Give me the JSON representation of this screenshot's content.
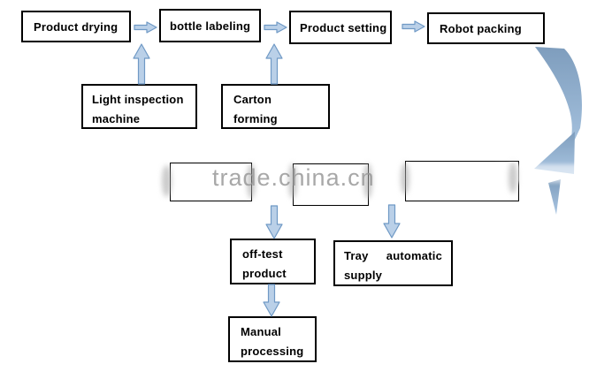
{
  "diagram": {
    "nodes": {
      "product_drying": {
        "label": "Product drying"
      },
      "bottle_labeling": {
        "label": "bottle labeling"
      },
      "product_setting": {
        "label": "Product setting"
      },
      "robot_packing": {
        "label": "Robot packing"
      },
      "light_inspection_machine": {
        "line1": "Light inspection",
        "line2": "machine"
      },
      "carton_forming": {
        "label": "Carton forming"
      },
      "off_test_product": {
        "line1": "off-test",
        "line2": "product"
      },
      "tray_automatic_supply": {
        "word1": "Tray",
        "word2": "automatic",
        "line2": "supply"
      },
      "manual_processing": {
        "line1": "Manual",
        "line2": "processing"
      }
    },
    "edges": [
      {
        "from": "product_drying",
        "to": "bottle_labeling",
        "type": "right-arrow"
      },
      {
        "from": "bottle_labeling",
        "to": "product_setting",
        "type": "right-arrow"
      },
      {
        "from": "product_setting",
        "to": "robot_packing",
        "type": "right-arrow"
      },
      {
        "from": "light_inspection_machine",
        "to": "product_drying",
        "type": "up-arrow"
      },
      {
        "from": "carton_forming",
        "to": "bottle_labeling",
        "type": "up-arrow"
      },
      {
        "from": "robot_packing",
        "to": "middle-row",
        "type": "curved-arrow"
      },
      {
        "from": "middle-row",
        "to": "off_test_product",
        "type": "down-arrow"
      },
      {
        "from": "middle-row",
        "to": "tray_automatic_supply",
        "type": "down-arrow"
      },
      {
        "from": "off_test_product",
        "to": "manual_processing",
        "type": "down-arrow"
      }
    ],
    "watermark": "trade.china.cn",
    "colors": {
      "arrow_fill": "#bad0e8",
      "arrow_stroke": "#6f99c5",
      "curve_dark": "#7e9dbd",
      "curve_light": "#aac6e2",
      "watermark_gray": "#999999"
    }
  }
}
